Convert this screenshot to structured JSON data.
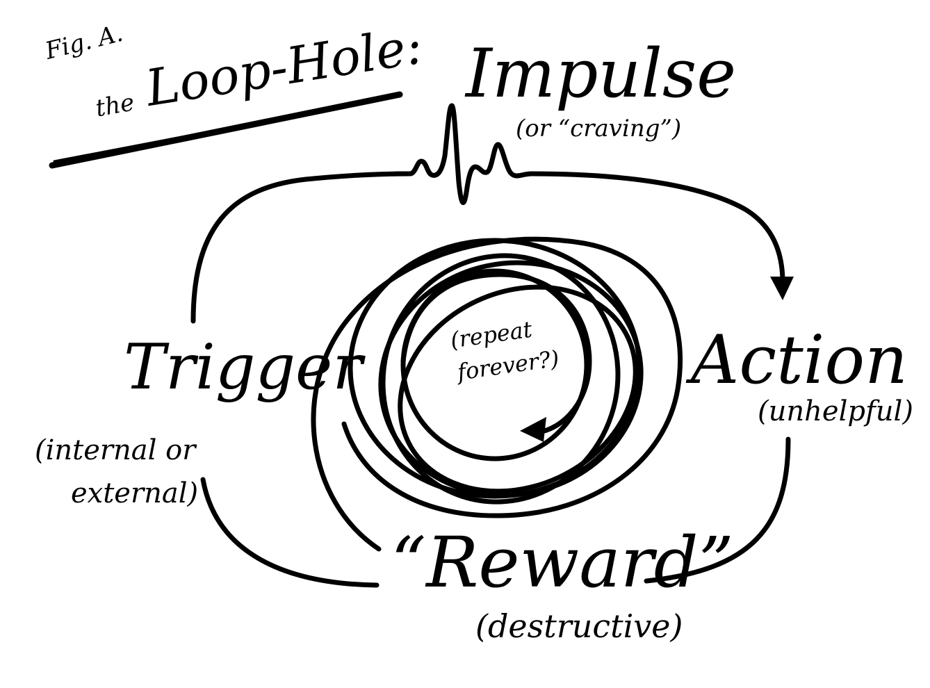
{
  "figure": {
    "fig_label": "Fig. A.",
    "title_prefix": "the",
    "title": "Loop-Hole:"
  },
  "nodes": {
    "impulse": {
      "label": "Impulse",
      "sub": "(or “craving”)"
    },
    "action": {
      "label": "Action",
      "sub": "(unhelpful)"
    },
    "reward": {
      "label": "“Reward”",
      "sub": "(destructive)"
    },
    "trigger": {
      "label": "Trigger",
      "sub_line1": "(internal or",
      "sub_line2": "external)"
    }
  },
  "center": {
    "line1": "(repeat",
    "line2": "forever?)"
  },
  "colors": {
    "ink": "#000000",
    "background": "#ffffff"
  }
}
